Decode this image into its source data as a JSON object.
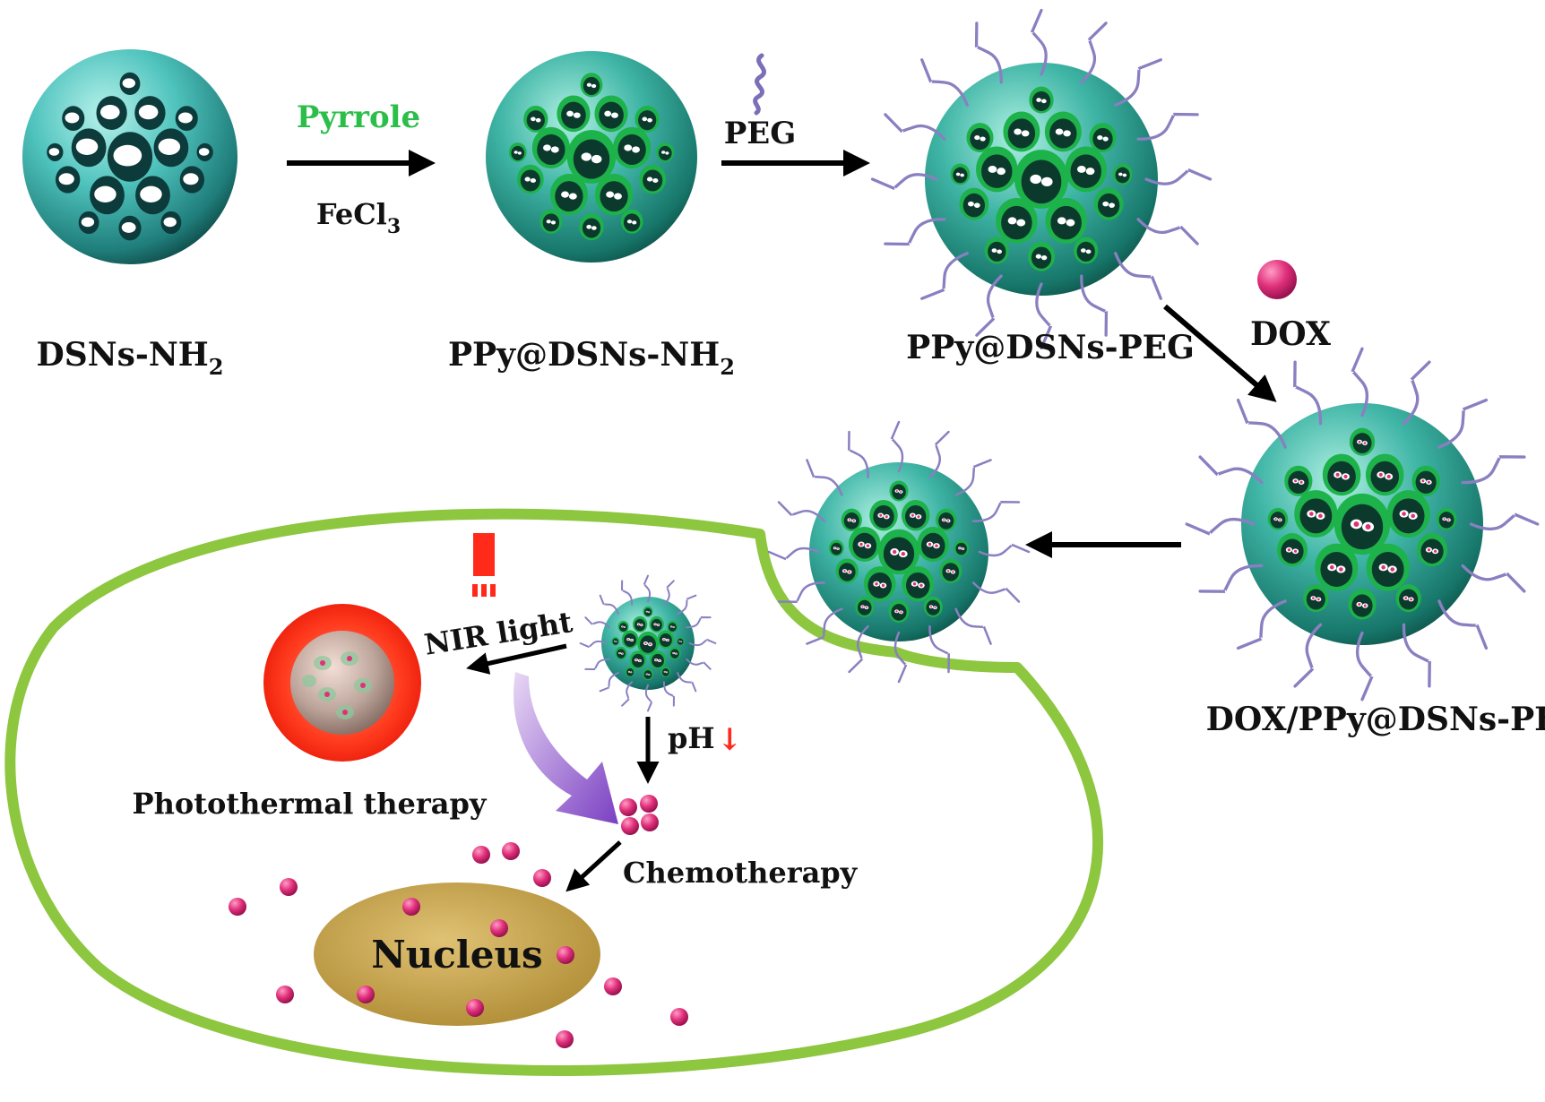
{
  "labels": {
    "dsns_nh2": "DSNs-NH",
    "ppy_dsns_nh2": "PPy@DSNs-NH",
    "ppy_dsns_peg": "PPy@DSNs-PEG",
    "dox_ppy_dsns_peg": "DOX/PPy@DSNs-PEG",
    "subscript_2": "2",
    "subscript_3": "3"
  },
  "reagents": {
    "pyrrole": "Pyrrole",
    "fecl": "FeCl",
    "peg": "PEG",
    "dox": "DOX"
  },
  "cell": {
    "nir_light": "NIR light",
    "ph": "pH",
    "ph_arrow": "↓",
    "photothermal": "Photothermal therapy",
    "chemotherapy": "Chemotherapy",
    "nucleus": "Nucleus"
  },
  "colors": {
    "silica": "#4fc3bd",
    "ppy_green": "#1db24a",
    "peg_purple": "#8a7fc0",
    "dox_magenta": "#e0307a",
    "cell_membrane": "#8dc63f",
    "nucleus": "#c9a84a",
    "laser_red": "#ff2a1a",
    "pyrrole_text": "#2bbf4a",
    "curved_arrow": "#8b4fc9"
  }
}
